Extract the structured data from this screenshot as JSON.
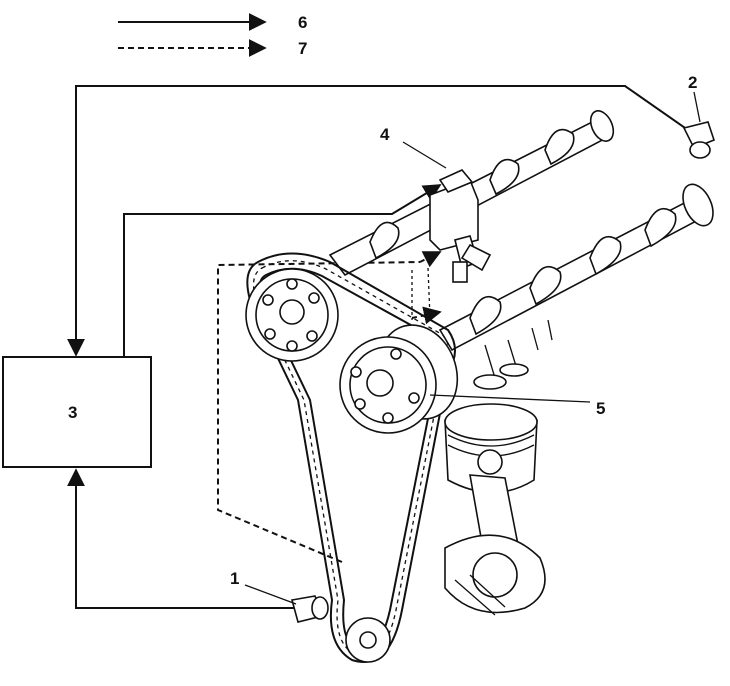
{
  "legend": {
    "solid_label": "6",
    "dashed_label": "7"
  },
  "labels": {
    "crank_sensor": "1",
    "cam_sensor": "2",
    "ecu": "3",
    "oil_control_valve": "4",
    "vvt_controller": "5"
  },
  "colors": {
    "line": "#111111",
    "background": "#ffffff"
  }
}
